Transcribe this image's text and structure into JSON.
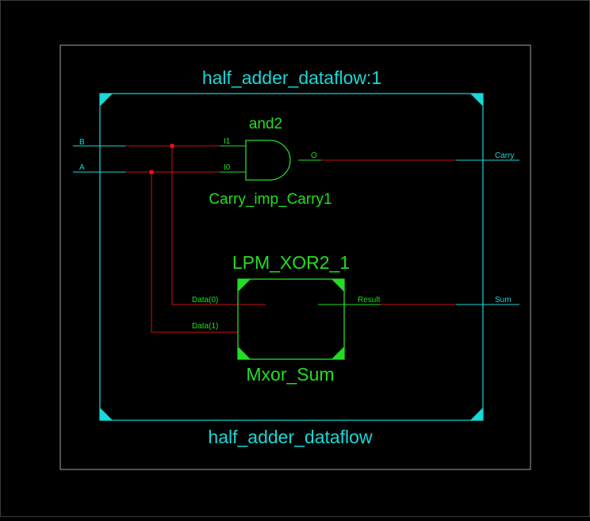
{
  "schematic": {
    "instance_title": "half_adder_dataflow:1",
    "module_name": "half_adder_dataflow",
    "ports": {
      "input_b": "B",
      "input_a": "A",
      "output_carry": "Carry",
      "output_sum": "Sum"
    },
    "and_gate": {
      "type_label": "and2",
      "instance_label": "Carry_imp_Carry1",
      "pin_i1": "I1",
      "pin_i0": "I0",
      "pin_o": "O"
    },
    "xor_block": {
      "type_label": "LPM_XOR2_1",
      "instance_label": "Mxor_Sum",
      "pin_data0": "Data(0)",
      "pin_data1": "Data(1)",
      "pin_result": "Result"
    }
  },
  "colors": {
    "background": "#000000",
    "module_border": "#18d8d8",
    "outer_frame": "#a0a0a0",
    "component": "#22dd22",
    "net": "#cc1111",
    "port_wire": "#18d8d8",
    "junction": "#ee1111"
  }
}
